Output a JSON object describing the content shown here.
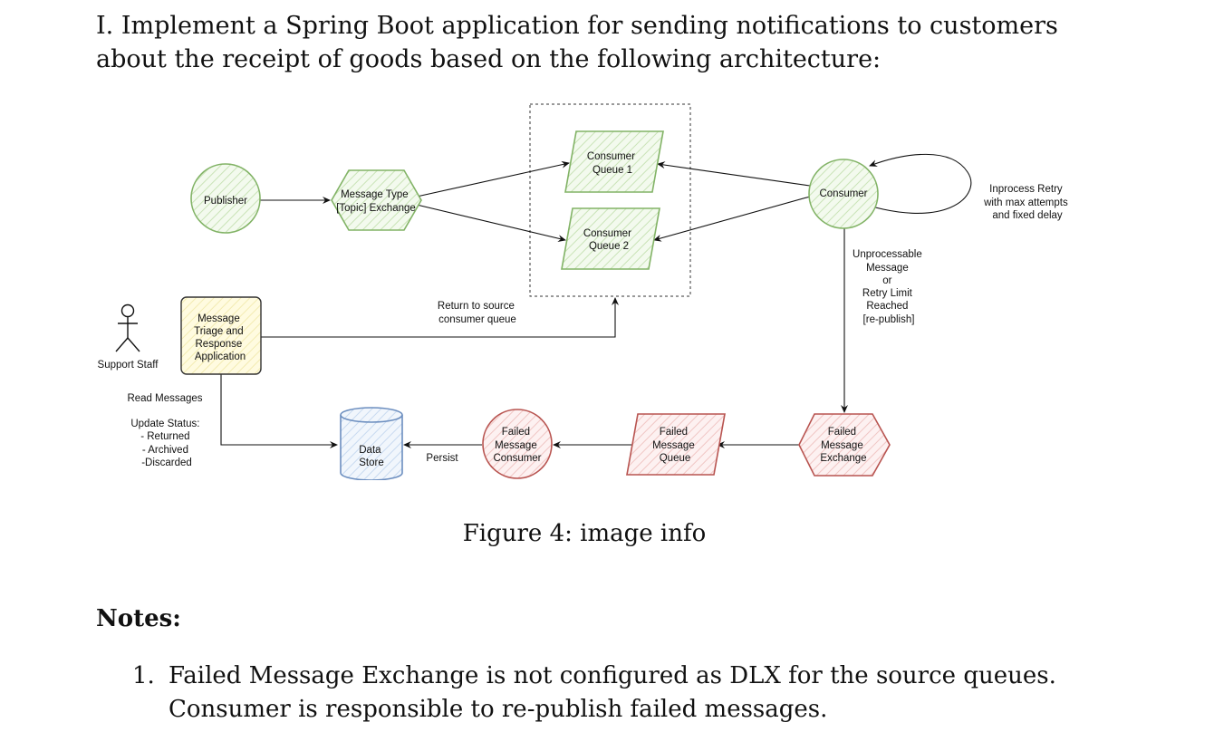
{
  "heading": "I. Implement a Spring Boot application for sending notifications to customers about the receipt of goods based on the following architecture:",
  "diagram": {
    "publisher": [
      "Publisher"
    ],
    "exchange": [
      "Message Type",
      "[Topic] Exchange"
    ],
    "queue1": [
      "Consumer",
      "Queue 1"
    ],
    "queue2": [
      "Consumer",
      "Queue 2"
    ],
    "consumer": [
      "Consumer"
    ],
    "retry_note": [
      "Inprocess Retry",
      "with max attempts",
      "and fixed delay"
    ],
    "unprocessable_note": [
      "Unprocessable",
      "Message",
      "or",
      "Retry Limit",
      "Reached",
      "[re-publish]"
    ],
    "support_staff": "Support Staff",
    "triage_app": [
      "Message",
      "Triage and",
      "Response",
      "Application"
    ],
    "return_note": [
      "Return to source",
      "consumer queue"
    ],
    "read_messages": "Read Messages",
    "update_status": [
      "Update Status:",
      "- Returned",
      "- Archived",
      "-Discarded"
    ],
    "data_store": [
      "Data",
      "Store"
    ],
    "persist": "Persist",
    "failed_consumer": [
      "Failed",
      "Message",
      "Consumer"
    ],
    "failed_queue": [
      "Failed",
      "Message",
      "Queue"
    ],
    "failed_exchange": [
      "Failed",
      "Message",
      "Exchange"
    ],
    "colors": {
      "green_fill": "#eef7e8",
      "green_stroke": "#82b366",
      "yellow_fill": "#fff9d6",
      "yellow_stroke": "#333333",
      "red_fill": "#fbeaea",
      "red_stroke": "#b85450",
      "blue_fill": "#eaf2fb",
      "blue_stroke": "#6c8ebf"
    }
  },
  "caption": "Figure 4: image info",
  "notes_title": "Notes:",
  "notes": [
    {
      "num": "1.",
      "text": "Failed Message Exchange is not configured as DLX for the source queues. Consumer is responsible to re-publish failed messages."
    }
  ]
}
